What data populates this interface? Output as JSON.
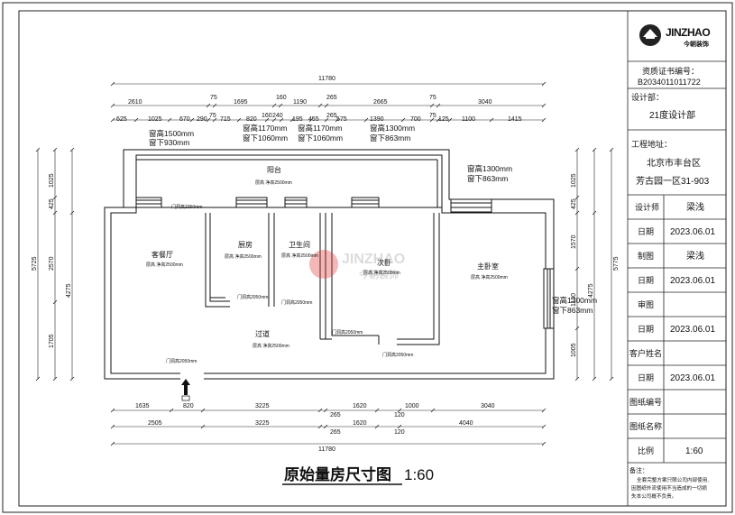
{
  "title_block": {
    "logo_text": "JINZHAO",
    "logo_sub": "今朝装饰",
    "cert_label": "资质证书编号：",
    "cert_no": "B2034011011722",
    "dept_label": "设计部：",
    "dept": "21度设计部",
    "site_label": "工程地址：",
    "site_line1": "北京市丰台区",
    "site_line2": "芳古园一区31-903",
    "rows": [
      {
        "label": "设计师",
        "value": "梁浅"
      },
      {
        "label": "日期",
        "value": "2023.06.01"
      },
      {
        "label": "制图",
        "value": "梁浅"
      },
      {
        "label": "日期",
        "value": "2023.06.01"
      },
      {
        "label": "审图",
        "value": ""
      },
      {
        "label": "日期",
        "value": "2023.06.01"
      },
      {
        "label": "客户姓名",
        "value": ""
      },
      {
        "label": "日期",
        "value": "2023.06.01"
      },
      {
        "label": "图纸编号",
        "value": ""
      },
      {
        "label": "图纸名称",
        "value": ""
      },
      {
        "label": "比例",
        "value": "1:60"
      }
    ],
    "note_label": "备注：",
    "note_lines": [
      "全套完整方案只限公司内部使用,",
      "因图纸外流使用不当造成的一切损",
      "失本公司概不负责。"
    ]
  },
  "drawing_title": "原始量房尺寸图",
  "drawing_scale": "1:60",
  "watermark": {
    "en": "JINZHAO",
    "cn": "今朝装饰"
  },
  "rooms": {
    "balcony": {
      "name": "阳台",
      "h": "层高 净高2500mm"
    },
    "living": {
      "name": "客餐厅",
      "h": "层高 净高2500mm"
    },
    "kitchen": {
      "name": "厨房",
      "h": "层高 净高2500mm"
    },
    "bath": {
      "name": "卫生间",
      "h": "层高 净高2500mm"
    },
    "second": {
      "name": "次卧",
      "h": "层高 净高2500mm"
    },
    "master": {
      "name": "主卧室",
      "h": "层高 净高2500mm"
    },
    "hall": {
      "name": "过道",
      "h": "层高 净高2500mm"
    }
  },
  "windows": [
    {
      "a": "窗高1500mm",
      "b": "窗下930mm"
    },
    {
      "a": "窗高1170mm",
      "b": "窗下1060mm"
    },
    {
      "a": "窗高1170mm",
      "b": "窗下1060mm"
    },
    {
      "a": "窗高1300mm",
      "b": "窗下863mm"
    },
    {
      "a": "窗高1300mm",
      "b": "窗下863mm"
    },
    {
      "a": "窗高1300mm",
      "b": "窗下863mm"
    }
  ],
  "doors": {
    "top": "门洞高2250mm",
    "kitchen": "门洞高2050mm",
    "bath": "门洞高2050mm",
    "second": "门洞高2050mm",
    "master": "门洞高2050mm",
    "entry": "门洞高2050mm"
  },
  "dims": {
    "top_total": "11780",
    "top_r1": [
      "2610",
      "75",
      "1695",
      "160",
      "1190",
      "265",
      "2665",
      "75",
      "3040"
    ],
    "top_r2": [
      "625",
      "1025",
      "670",
      "290",
      "75",
      "715",
      "820",
      "160",
      "240",
      "195",
      "455",
      "265",
      "575",
      "1390",
      "700",
      "75",
      "125",
      "1100",
      "1415"
    ],
    "bot_r1": [
      "1635",
      "820",
      "3225",
      "1620",
      "1000",
      "3040"
    ],
    "bot_r1_small": [
      "265",
      "120"
    ],
    "bot_r2": [
      "2505",
      "3225",
      "1620",
      "4040"
    ],
    "bot_r2_small": [
      "265",
      "120"
    ],
    "bot_total": "11780",
    "left_total": "5725",
    "left_r1": [
      "1025",
      "425",
      "2570",
      "1705"
    ],
    "left_r2": [
      "4275"
    ],
    "right_total": "5775",
    "right_r1": [
      "1025",
      "425",
      "1570",
      "1130",
      "1005"
    ],
    "right_r2": [
      "4275"
    ]
  }
}
